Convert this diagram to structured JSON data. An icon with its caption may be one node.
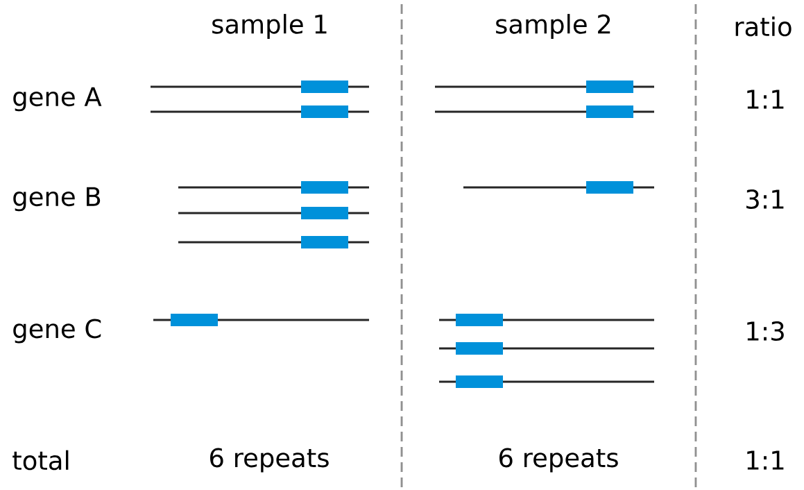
{
  "diagram": {
    "labels": [
      "sample 1",
      "sample 2",
      "ratio",
      "gene A",
      "1:1",
      "gene B",
      "3:1",
      "gene C",
      "1:3",
      "total",
      "6 repeats",
      "6 repeats",
      "1:1"
    ]
  }
}
